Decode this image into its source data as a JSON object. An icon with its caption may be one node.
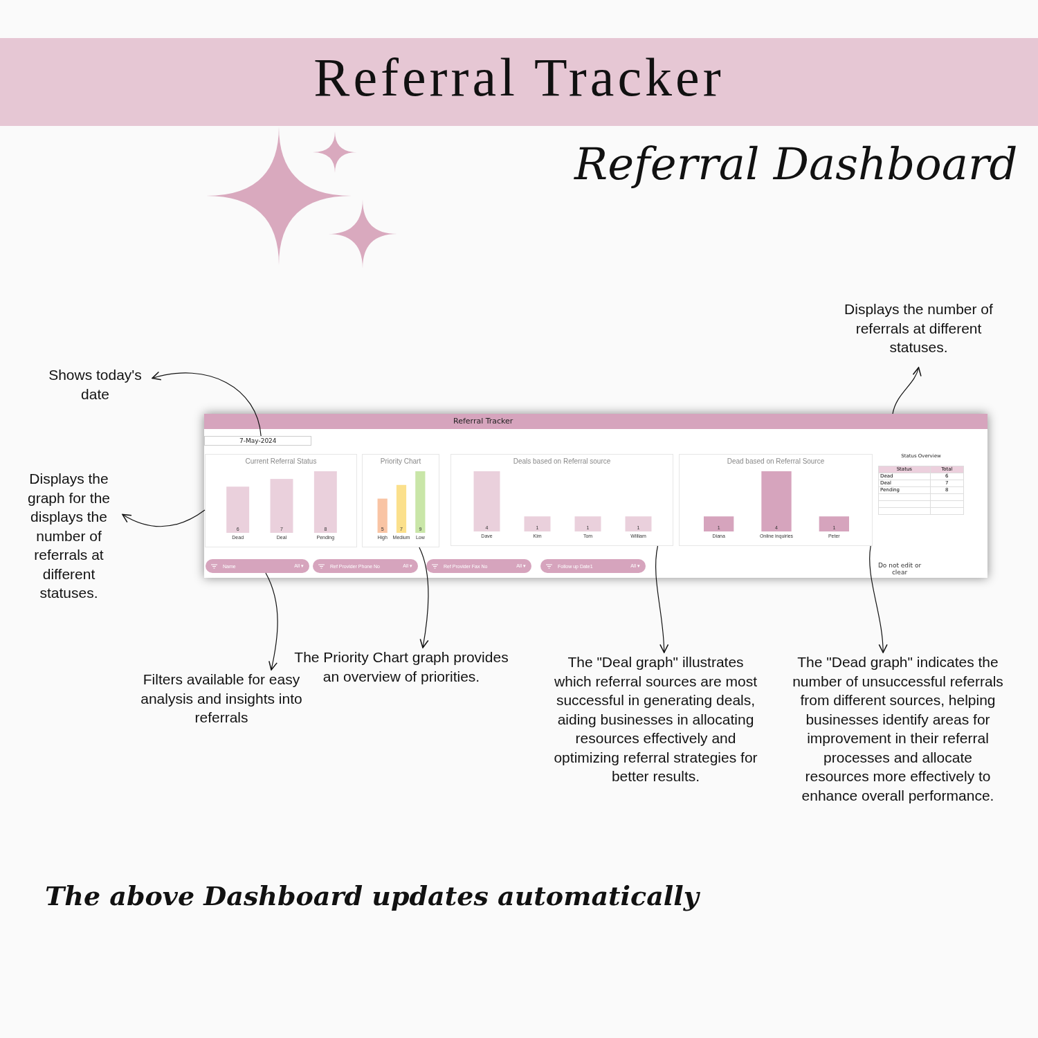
{
  "diagram": {
    "title": "Referral Tracker",
    "caption": "The above Dashboard updates automatically",
    "nodes": [
      {
        "text": [
          "Referral Tracker"
        ]
      },
      {
        "text": [
          "7-May-2024"
        ],
        "in": 0
      },
      {
        "text": [],
        "shape": "box",
        "in": 0
      },
      {
        "text": [],
        "shape": "box",
        "in": 0
      },
      {
        "text": [],
        "shape": "box",
        "in": 0
      },
      {
        "text": [],
        "shape": "box",
        "in": 0
      },
      {
        "text": [
          "Status Overview"
        ],
        "in": 0
      },
      {
        "text": [
          "Name",
          "All ▾"
        ],
        "in": 0
      },
      {
        "text": [
          "Ref Provider Phone No",
          "All ▾"
        ],
        "in": 0
      },
      {
        "text": [
          "Ref Provider Fax No",
          "All ▾"
        ],
        "in": 0
      },
      {
        "text": [
          "Follow up Date1",
          "All ▾"
        ],
        "in": 0
      },
      {
        "text": [
          "Shows today's date"
        ]
      },
      {
        "text": [
          "Displays the graph for the displays the number of referrals at different statuses."
        ]
      },
      {
        "text": [
          "Displays the number of referrals at different statuses."
        ]
      },
      {
        "text": [
          "Filters available for easy analysis and insights into referrals"
        ]
      },
      {
        "text": [
          "The Priority Chart graph provides an overview of priorities."
        ]
      },
      {
        "text": [
          "The \"Deal graph\" illustrates which referral sources are most successful in generating deals, aiding businesses in allocating resources effectively and optimizing referral strategies for better results."
        ]
      },
      {
        "text": [
          "The \"Dead graph\" indicates the number of unsuccessful referrals from different sources, helping businesses identify areas for improvement in their referral processes and allocate resources more effectively to enhance overall performance."
        ]
      }
    ],
    "edges": [
      {
        "from": 1,
        "to": 11,
        "arrow": "to"
      },
      {
        "from": 2,
        "to": 12,
        "arrow": "to"
      },
      {
        "from": 0,
        "to": 13,
        "arrow": "to"
      },
      {
        "from": 7,
        "to": 14,
        "arrow": "to"
      },
      {
        "from": 3,
        "to": 15,
        "arrow": "to"
      },
      {
        "from": 4,
        "to": 16,
        "arrow": "to"
      },
      {
        "from": 5,
        "to": 17,
        "arrow": "to"
      }
    ],
    "labels": [
      "Referral Dashboard",
      "Status",
      "Total",
      "Dead",
      "6",
      "Deal",
      "7",
      "Pending",
      "8",
      "Do not edit or clear"
    ],
    "chart_data": [
      {
        "type": "bar",
        "title": "Current Referral Status",
        "categories": [
          "Dead",
          "Deal",
          "Pending"
        ],
        "values": [
          6,
          7,
          8
        ],
        "data_labels": true
      },
      {
        "type": "bar",
        "title": "Priority Chart",
        "categories": [
          "High",
          "Medium",
          "Low"
        ],
        "values": [
          5,
          7,
          9
        ],
        "data_labels": true
      },
      {
        "type": "bar",
        "title": "Deals based on Referral source",
        "categories": [
          "Dave",
          "Kim",
          "Tom",
          "William"
        ],
        "values": [
          4,
          1,
          1,
          1
        ],
        "data_labels": true
      },
      {
        "type": "bar",
        "title": "Dead based on Referral Source",
        "categories": [
          "Diana",
          "Online inquiries",
          "Peter"
        ],
        "values": [
          1,
          4,
          1
        ],
        "data_labels": true
      }
    ]
  }
}
